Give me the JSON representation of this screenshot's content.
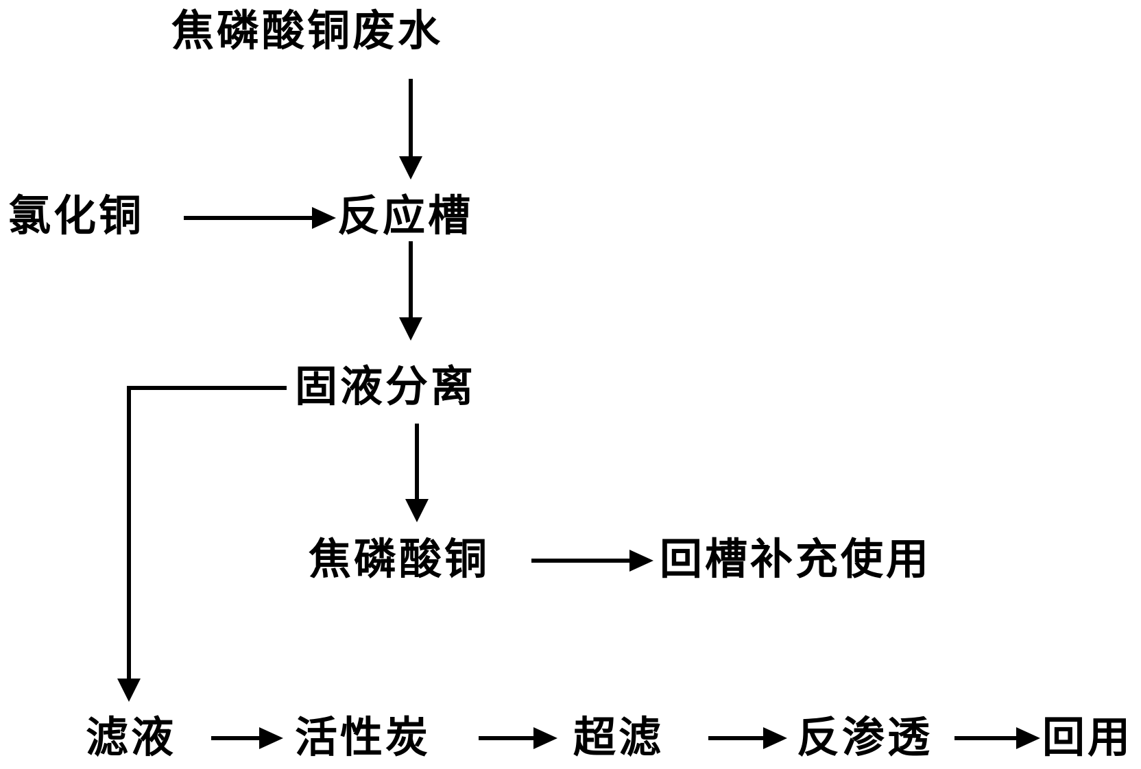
{
  "diagram": {
    "nodes": {
      "wastewater": "焦磷酸铜废水",
      "copper_chloride": "氯化铜",
      "reaction_tank": "反应槽",
      "solid_liquid_separation": "固液分离",
      "copper_pyrophosphate": "焦磷酸铜",
      "return_to_tank": "回槽补充使用",
      "filtrate": "滤液",
      "activated_carbon": "活性炭",
      "ultrafiltration": "超滤",
      "reverse_osmosis": "反渗透",
      "reuse": "回用"
    },
    "edges": [
      {
        "from": "wastewater",
        "to": "reaction_tank"
      },
      {
        "from": "copper_chloride",
        "to": "reaction_tank"
      },
      {
        "from": "reaction_tank",
        "to": "solid_liquid_separation"
      },
      {
        "from": "solid_liquid_separation",
        "to": "copper_pyrophosphate"
      },
      {
        "from": "solid_liquid_separation",
        "to": "filtrate"
      },
      {
        "from": "copper_pyrophosphate",
        "to": "return_to_tank"
      },
      {
        "from": "filtrate",
        "to": "activated_carbon"
      },
      {
        "from": "activated_carbon",
        "to": "ultrafiltration"
      },
      {
        "from": "ultrafiltration",
        "to": "reverse_osmosis"
      },
      {
        "from": "reverse_osmosis",
        "to": "reuse"
      }
    ],
    "line_color": "#000000"
  }
}
